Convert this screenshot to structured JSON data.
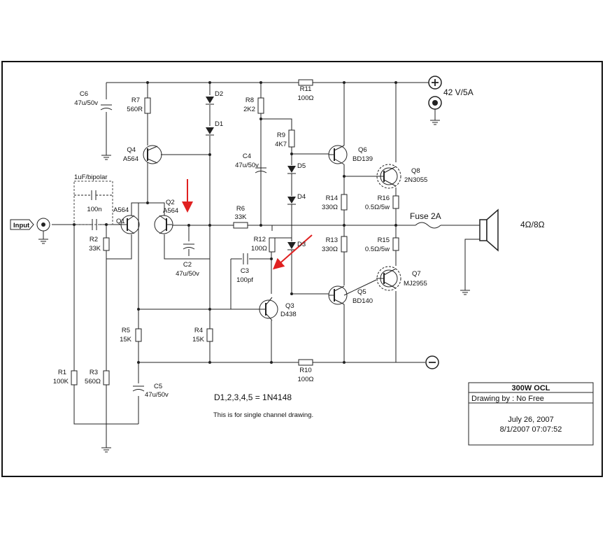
{
  "labels": {
    "input": "Input",
    "supply_pos": "42 V/5A",
    "load": "4Ω/8Ω",
    "fuse": "Fuse 2A",
    "bipolar": "1uF/bipolar",
    "diode_note": "D1,2,3,4,5  = 1N4148",
    "single_channel": "This is for single channel drawing."
  },
  "components": {
    "c6": {
      "ref": "C6",
      "val": "47u/50v"
    },
    "r7": {
      "ref": "R7",
      "val": "560R"
    },
    "d2": {
      "ref": "D2"
    },
    "d1": {
      "ref": "D1"
    },
    "r8": {
      "ref": "R8",
      "val": "2K2"
    },
    "r11": {
      "ref": "R11",
      "val": "100Ω"
    },
    "r9": {
      "ref": "R9",
      "val": "4K7"
    },
    "q4": {
      "ref": "Q4",
      "val": "A564"
    },
    "c4": {
      "ref": "C4",
      "val": "47u/50v"
    },
    "d5": {
      "ref": "D5"
    },
    "q6": {
      "ref": "Q6",
      "val": "BD139"
    },
    "q8": {
      "ref": "Q8",
      "val": "2N3055"
    },
    "c_in": {
      "val": "100n"
    },
    "q1": {
      "ref": "Q1",
      "val": "A564"
    },
    "q2": {
      "ref": "Q2",
      "val": "A564"
    },
    "d4": {
      "ref": "D4"
    },
    "r14": {
      "ref": "R14",
      "val": "330Ω"
    },
    "r16": {
      "ref": "R16",
      "val": "0.5Ω/5w"
    },
    "r6": {
      "ref": "R6",
      "val": "33K"
    },
    "r2": {
      "ref": "R2",
      "val": "33K"
    },
    "r12": {
      "ref": "R12",
      "val": "100Ω"
    },
    "d3": {
      "ref": "D3"
    },
    "r13": {
      "ref": "R13",
      "val": "330Ω"
    },
    "r15": {
      "ref": "R15",
      "val": "0.5Ω/5w"
    },
    "c2": {
      "ref": "C2",
      "val": "47u/50v"
    },
    "c3": {
      "ref": "C3",
      "val": "100pf"
    },
    "q7": {
      "ref": "Q7",
      "val": "MJ2955"
    },
    "q5": {
      "ref": "Q5",
      "val": "BD140"
    },
    "q3": {
      "ref": "Q3",
      "val": "D438"
    },
    "r5": {
      "ref": "R5",
      "val": "15K"
    },
    "r4": {
      "ref": "R4",
      "val": "15K"
    },
    "r10": {
      "ref": "R10",
      "val": "100Ω"
    },
    "r1": {
      "ref": "R1",
      "val": "100K"
    },
    "r3": {
      "ref": "R3",
      "val": "560Ω"
    },
    "c5": {
      "ref": "C5",
      "val": "47u/50v"
    }
  },
  "title_block": {
    "title": "300W OCL",
    "drawing_by": "Drawing by : No Free",
    "date1": "July 26, 2007",
    "date2": "8/1/2007 07:07:52"
  },
  "colors": {
    "wire": "#222222",
    "arrow": "#e02020",
    "background": "#ffffff"
  }
}
